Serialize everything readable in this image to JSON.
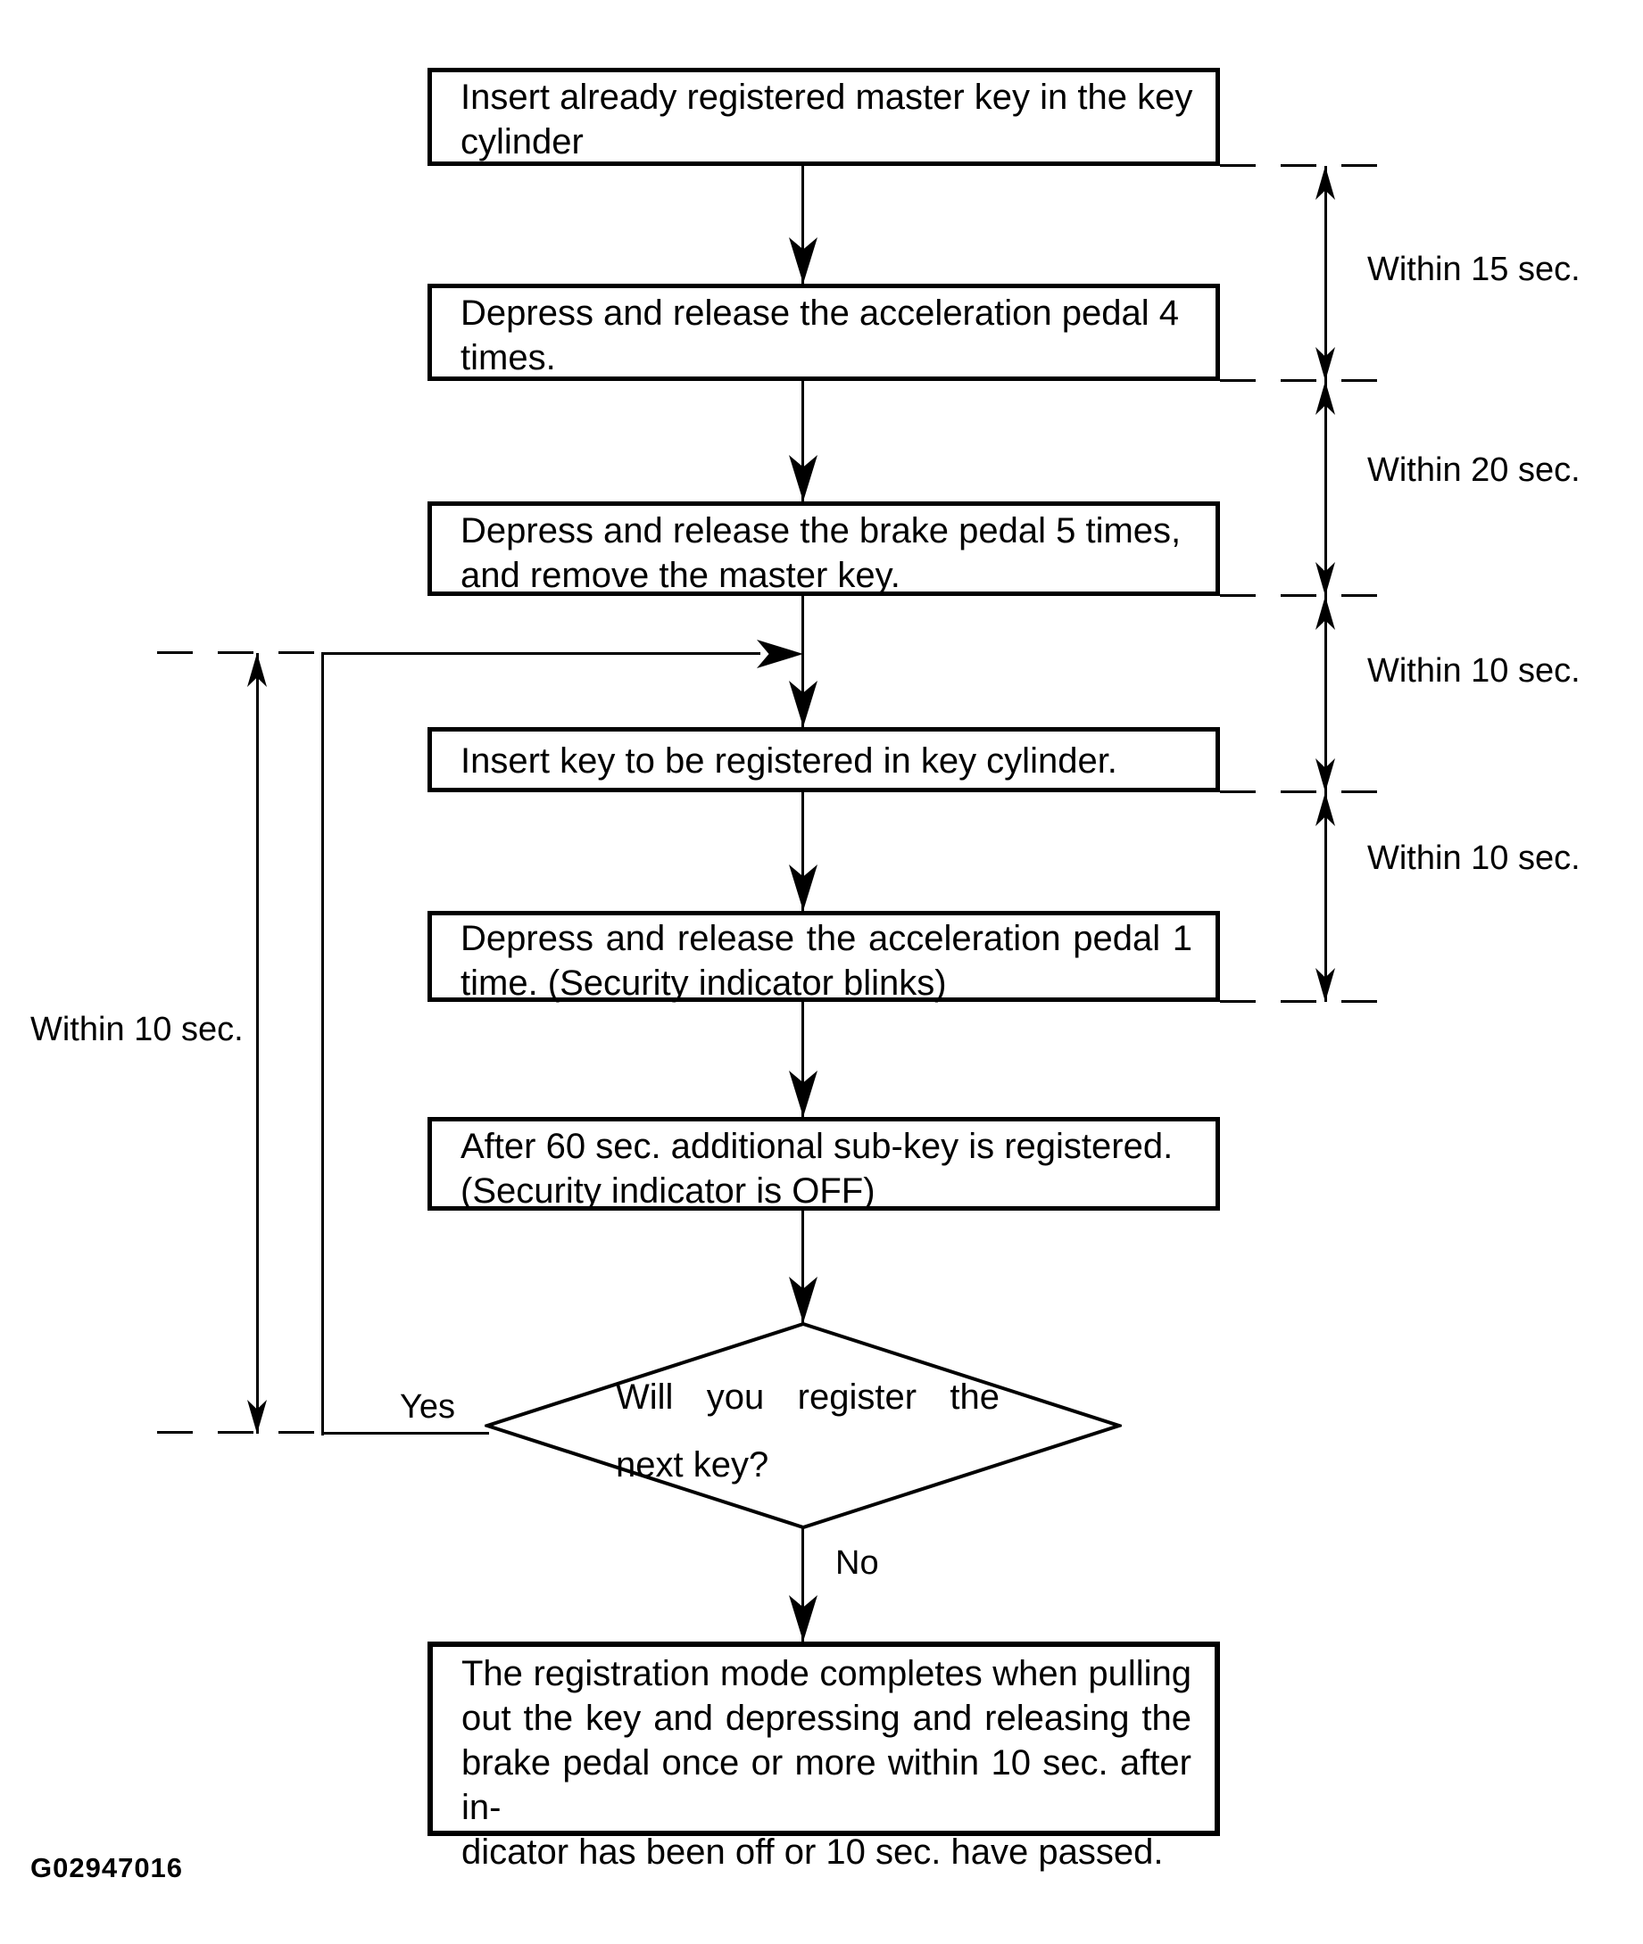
{
  "boxes": [
    {
      "name": "step-insert-master-key",
      "lines": [
        "Insert already registered master key in the key",
        "cylinder"
      ]
    },
    {
      "name": "step-accel-pedal-4-times",
      "lines": [
        "Depress and release the acceleration pedal 4",
        "times."
      ]
    },
    {
      "name": "step-brake-pedal-5-times",
      "lines": [
        "Depress and release the brake pedal 5 times,",
        "and remove the master key."
      ]
    },
    {
      "name": "step-insert-key-to-register",
      "lines": [
        "Insert key to be registered in key cylinder."
      ]
    },
    {
      "name": "step-accel-pedal-1-time",
      "lines": [
        "Depress and release the acceleration pedal 1",
        "time. (Security indicator blinks)"
      ]
    },
    {
      "name": "step-subkey-registered",
      "lines": [
        "After 60 sec. additional sub-key is registered.",
        "(Security indicator is OFF)"
      ]
    },
    {
      "name": "step-registration-complete",
      "lines": [
        "The registration mode completes when pulling",
        "out the key and depressing and releasing the",
        "brake pedal once or more within 10 sec. after in-",
        "dicator has been off or 10 sec. have passed."
      ]
    }
  ],
  "decision": {
    "lines": [
      "Will you register the",
      "next key?"
    ],
    "yes_label": "Yes",
    "no_label": "No"
  },
  "timing": {
    "right": [
      "Within 15 sec.",
      "Within 20 sec.",
      "Within 10 sec.",
      "Within 10 sec."
    ],
    "left": "Within 10 sec."
  },
  "figure_code": "G02947016",
  "colors": {
    "ink": "#000000",
    "paper": "#ffffff"
  }
}
